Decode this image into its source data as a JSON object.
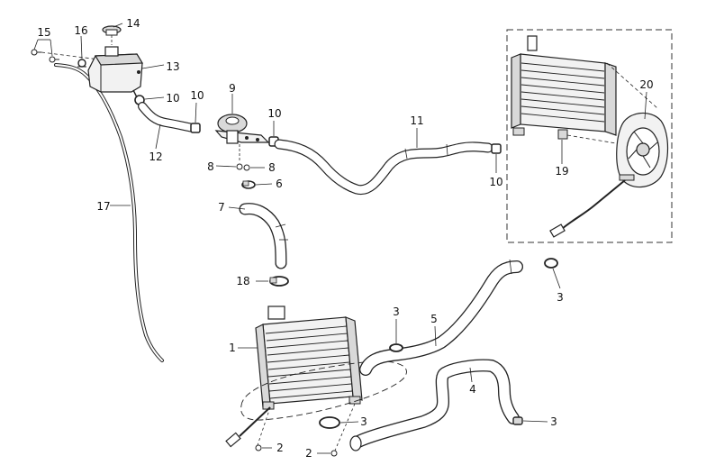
{
  "diagram": {
    "callouts": [
      {
        "id": "c1",
        "text": "1"
      },
      {
        "id": "c2a",
        "text": "2"
      },
      {
        "id": "c2b",
        "text": "2"
      },
      {
        "id": "c3a",
        "text": "3"
      },
      {
        "id": "c3b",
        "text": "3"
      },
      {
        "id": "c3c",
        "text": "3"
      },
      {
        "id": "c3d",
        "text": "3"
      },
      {
        "id": "c4",
        "text": "4"
      },
      {
        "id": "c5",
        "text": "5"
      },
      {
        "id": "c6",
        "text": "6"
      },
      {
        "id": "c7",
        "text": "7"
      },
      {
        "id": "c8a",
        "text": "8"
      },
      {
        "id": "c8b",
        "text": "8"
      },
      {
        "id": "c9",
        "text": "9"
      },
      {
        "id": "c10a",
        "text": "10"
      },
      {
        "id": "c10b",
        "text": "10"
      },
      {
        "id": "c10c",
        "text": "10"
      },
      {
        "id": "c10d",
        "text": "10"
      },
      {
        "id": "c11",
        "text": "11"
      },
      {
        "id": "c12",
        "text": "12"
      },
      {
        "id": "c13",
        "text": "13"
      },
      {
        "id": "c14",
        "text": "14"
      },
      {
        "id": "c15",
        "text": "15"
      },
      {
        "id": "c16",
        "text": "16"
      },
      {
        "id": "c17",
        "text": "17"
      },
      {
        "id": "c18",
        "text": "18"
      },
      {
        "id": "c19",
        "text": "19"
      },
      {
        "id": "c20",
        "text": "20"
      }
    ],
    "colors": {
      "line": "#222222",
      "background": "#ffffff",
      "fill_light": "#f2f2f2",
      "fill_mid": "#d9d9d9"
    }
  }
}
